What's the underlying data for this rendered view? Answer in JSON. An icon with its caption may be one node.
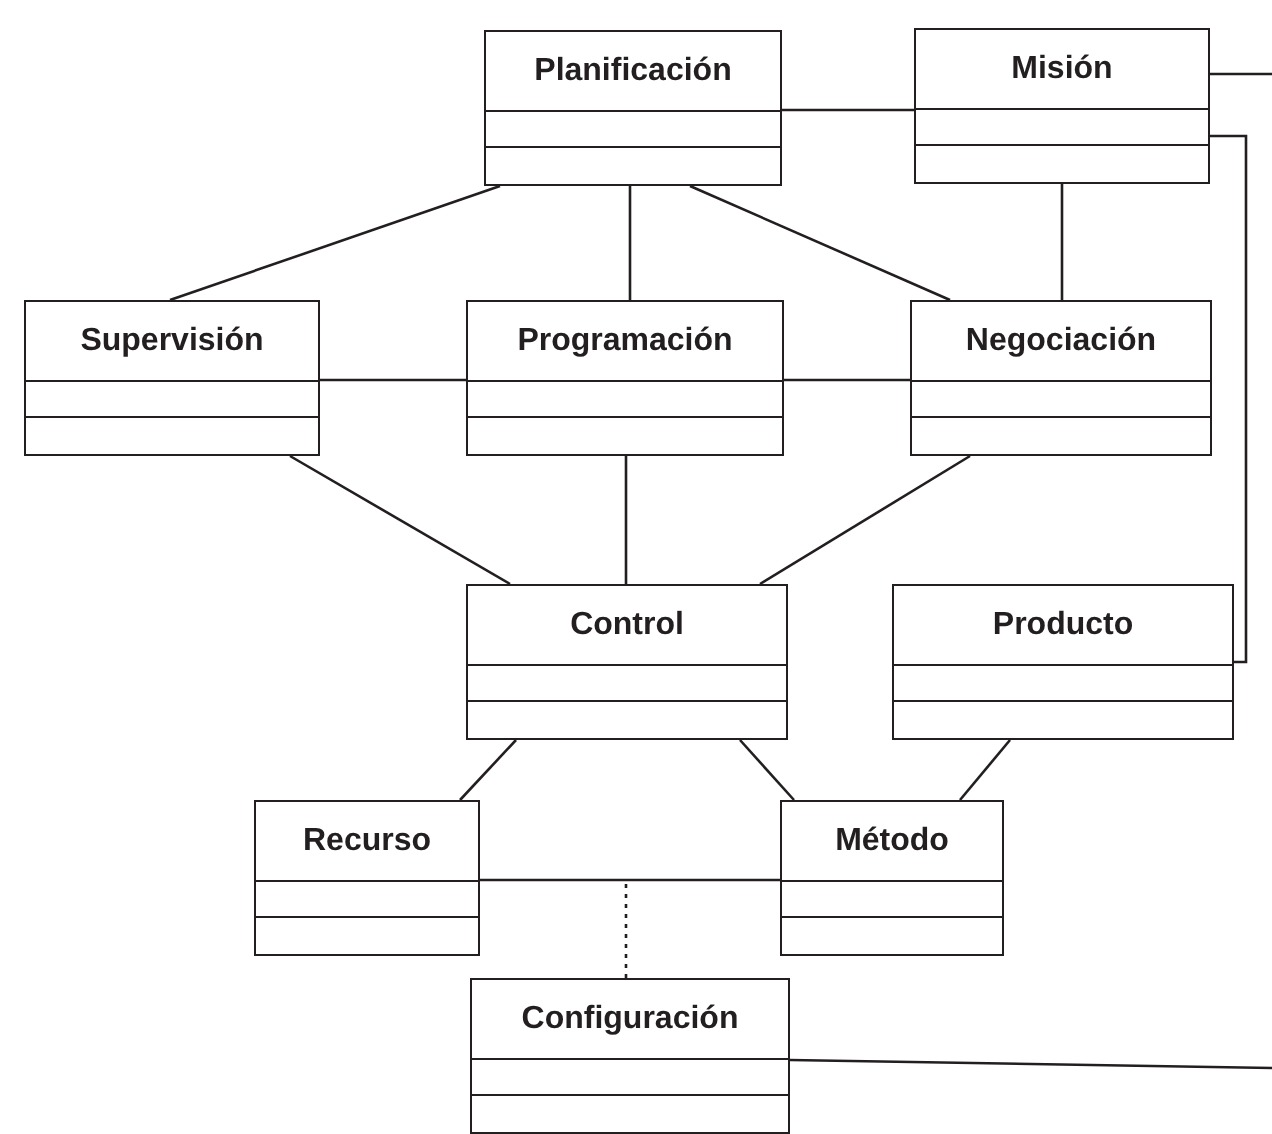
{
  "diagram": {
    "nodes": [
      {
        "text": [
          "Planificación"
        ]
      },
      {
        "text": [
          "Misión"
        ]
      },
      {
        "text": [
          "Supervisión"
        ]
      },
      {
        "text": [
          "Programación"
        ]
      },
      {
        "text": [
          "Negociación"
        ]
      },
      {
        "text": [
          "Control"
        ]
      },
      {
        "text": [
          "Producto"
        ]
      },
      {
        "text": [
          "Recurso"
        ]
      },
      {
        "text": [
          "Método"
        ]
      },
      {
        "text": [
          "Configuración"
        ]
      }
    ],
    "edges": [
      {
        "from": 0,
        "to": 1,
        "arrow": "none"
      },
      {
        "from": 1,
        "to": null,
        "arrow": "none"
      },
      {
        "from": 1,
        "to": 6,
        "arrow": "none"
      },
      {
        "from": 0,
        "to": 2,
        "arrow": "none"
      },
      {
        "from": 0,
        "to": 3,
        "arrow": "none"
      },
      {
        "from": 0,
        "to": 4,
        "arrow": "none"
      },
      {
        "from": 1,
        "to": 4,
        "arrow": "none"
      },
      {
        "from": 2,
        "to": 3,
        "arrow": "none"
      },
      {
        "from": 3,
        "to": 4,
        "arrow": "none"
      },
      {
        "from": 2,
        "to": 5,
        "arrow": "none"
      },
      {
        "from": 3,
        "to": 5,
        "arrow": "none"
      },
      {
        "from": 4,
        "to": 5,
        "arrow": "none"
      },
      {
        "from": 5,
        "to": 7,
        "arrow": "none"
      },
      {
        "from": 5,
        "to": 8,
        "arrow": "none"
      },
      {
        "from": 6,
        "to": 8,
        "arrow": "none"
      },
      {
        "from": 7,
        "to": 8,
        "arrow": "none"
      },
      {
        "from": null,
        "to": 9,
        "arrow": "none",
        "style": "dashed"
      },
      {
        "from": 9,
        "to": null,
        "arrow": "none"
      }
    ]
  }
}
